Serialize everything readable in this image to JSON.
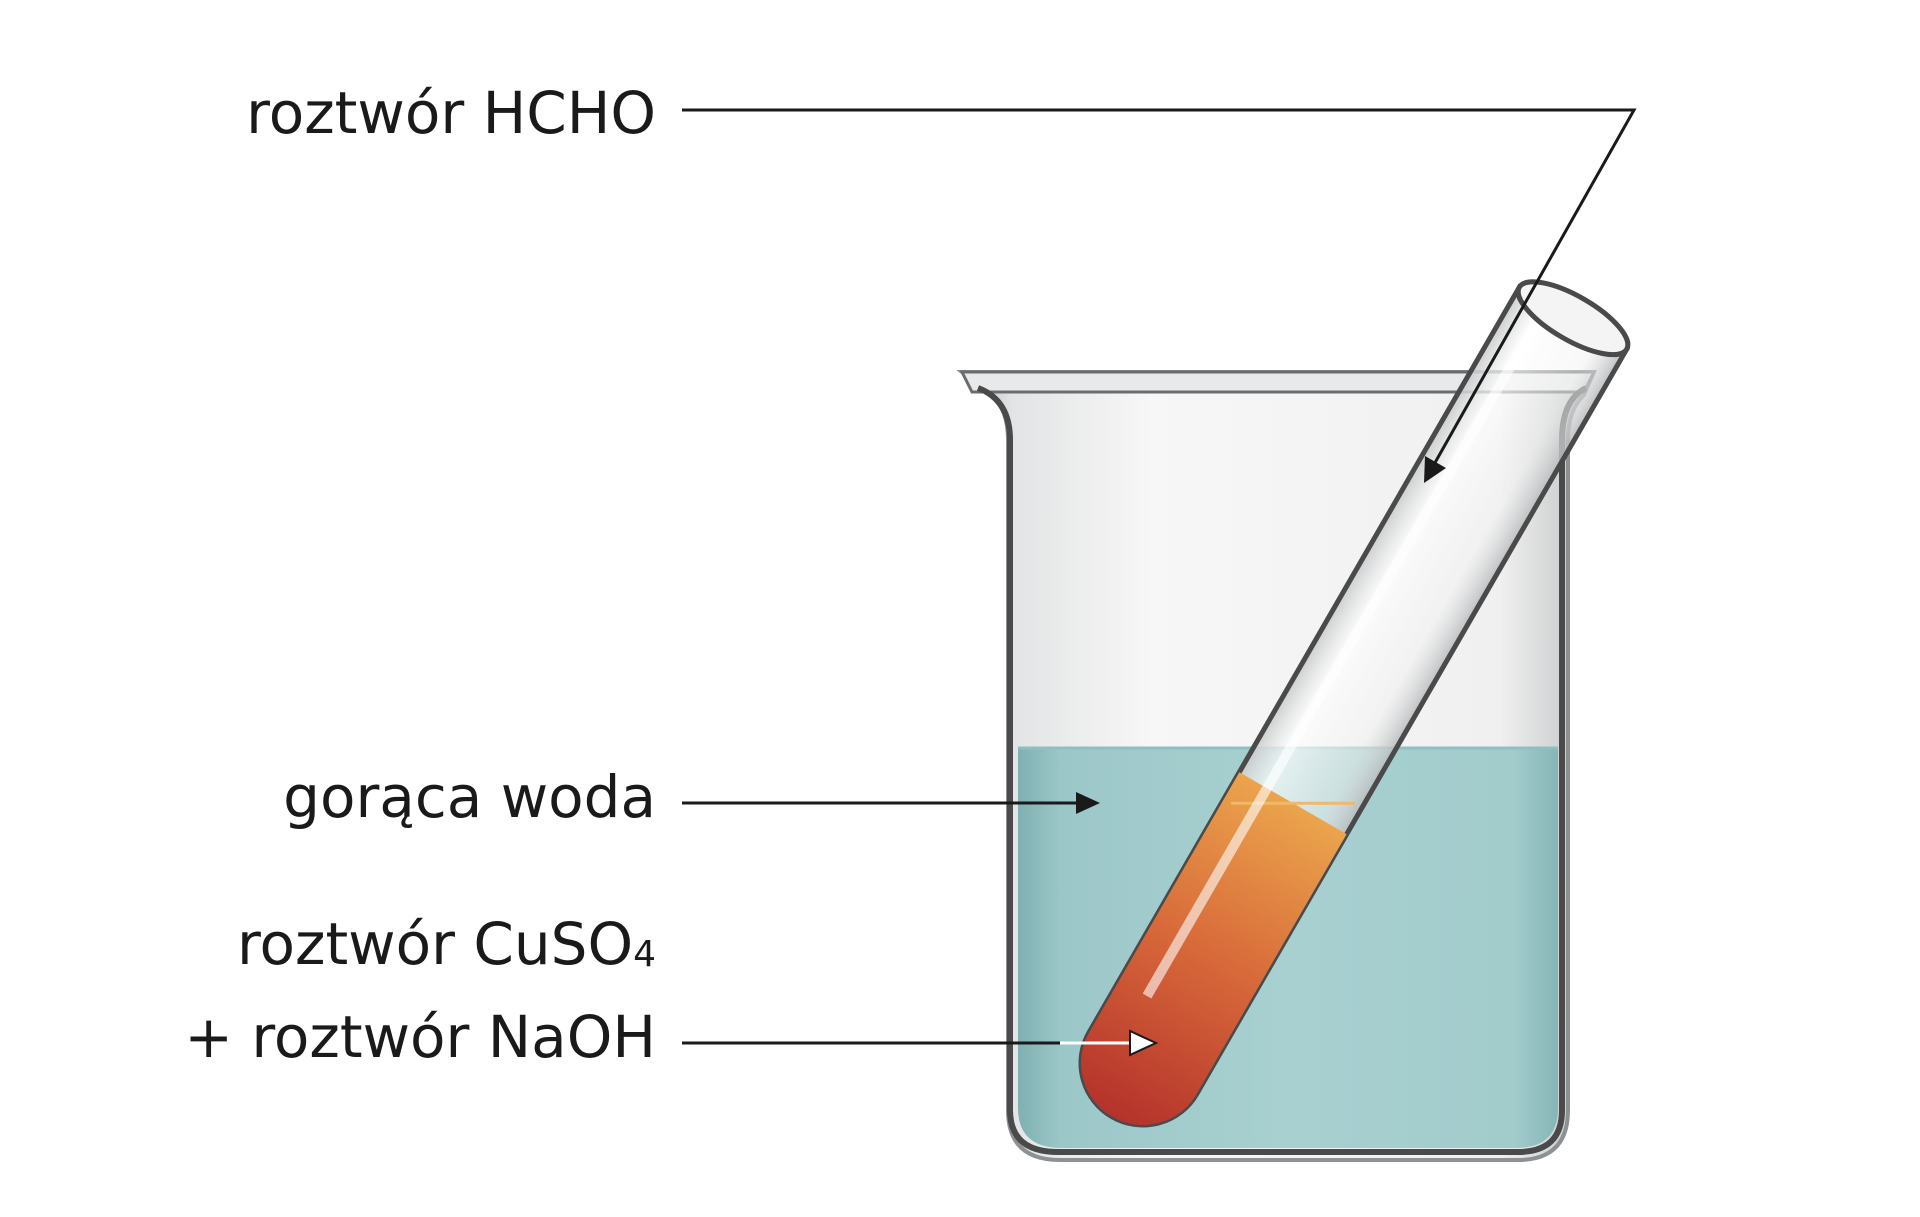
{
  "labels": {
    "hcho": "roztwór HCHO",
    "water": "gorąca woda",
    "cuso4_prefix": "roztwór CuSO",
    "cuso4_subscript": "4",
    "naoh": "+ roztwór NaOH"
  },
  "colors": {
    "water": "#a7cfd0",
    "water_surface": "#8fbfc1",
    "mixture_top": "#e8a24a",
    "mixture_bottom": "#c0392b",
    "glass_outline": "#4a4a4a",
    "leader_line": "#1a1a1a"
  }
}
